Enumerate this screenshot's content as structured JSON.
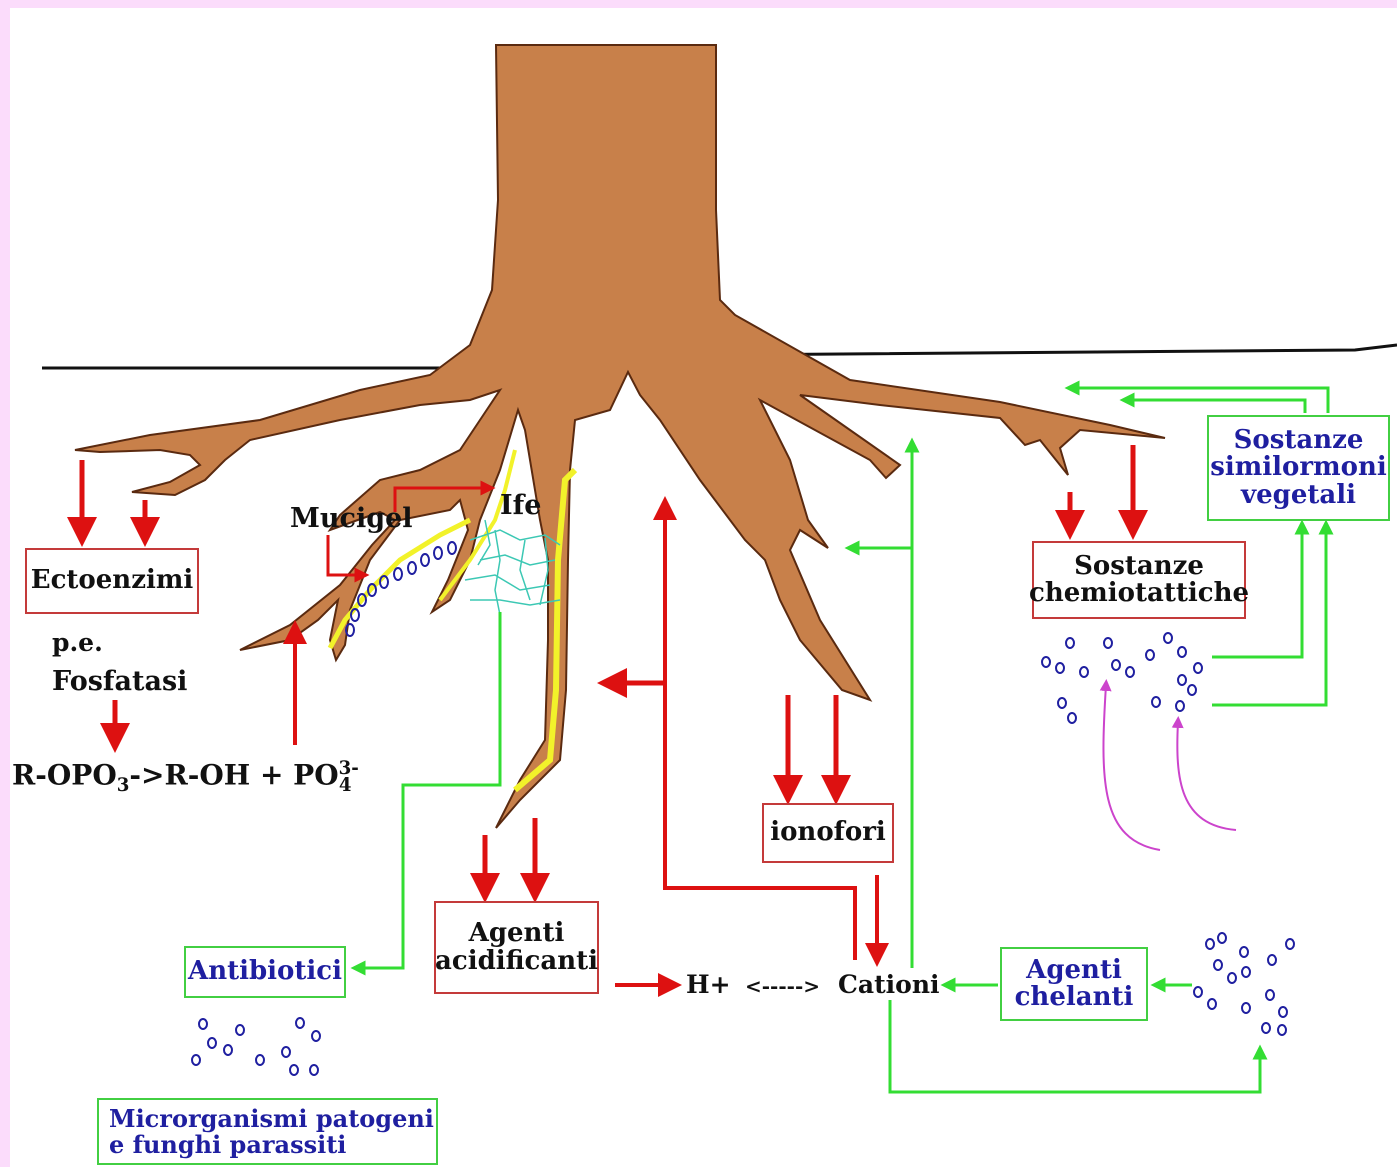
{
  "boxes": {
    "ectoenzimi": "Ectoenzimi",
    "sostanze_chemiotattiche_1": "Sostanze",
    "sostanze_chemiotattiche_2": "chemiotattiche",
    "sostanze_similormoni_1": "Sostanze",
    "sostanze_similormoni_2": "similormoni",
    "sostanze_similormoni_3": "vegetali",
    "ionofori": "ionofori",
    "agenti_acidificanti_1": "Agenti",
    "agenti_acidificanti_2": "acidificanti",
    "antibiotici": "Antibiotici",
    "agenti_chelanti_1": "Agenti",
    "agenti_chelanti_2": "chelanti",
    "microrganismi_1": "Microrganismi patogeni",
    "microrganismi_2": "e funghi parassiti"
  },
  "labels": {
    "mucigel": "Mucigel",
    "ife": "Ife",
    "pe": "p.e.",
    "fosfatasi": "Fosfatasi",
    "reaction_lhs": "R-OPO",
    "reaction_sub3": "3",
    "reaction_arrow": "->",
    "reaction_rhs": "R-OH + PO",
    "reaction_sup3": "3-",
    "reaction_sub4": "4",
    "hplus": "H+",
    "exchange_arrow": "<----->",
    "cationi": "Cationi"
  },
  "colors": {
    "background": "#fbdcfb",
    "root": "#c8804a",
    "root_outline": "#5a2a10",
    "red_arrow": "#dd1111",
    "green_arrow": "#33dd33",
    "magenta_arrow": "#cc44cc",
    "mucigel_yellow": "#f2f22a",
    "hyphae": "#3cc8b4",
    "text_blue": "#1f1fa0"
  }
}
